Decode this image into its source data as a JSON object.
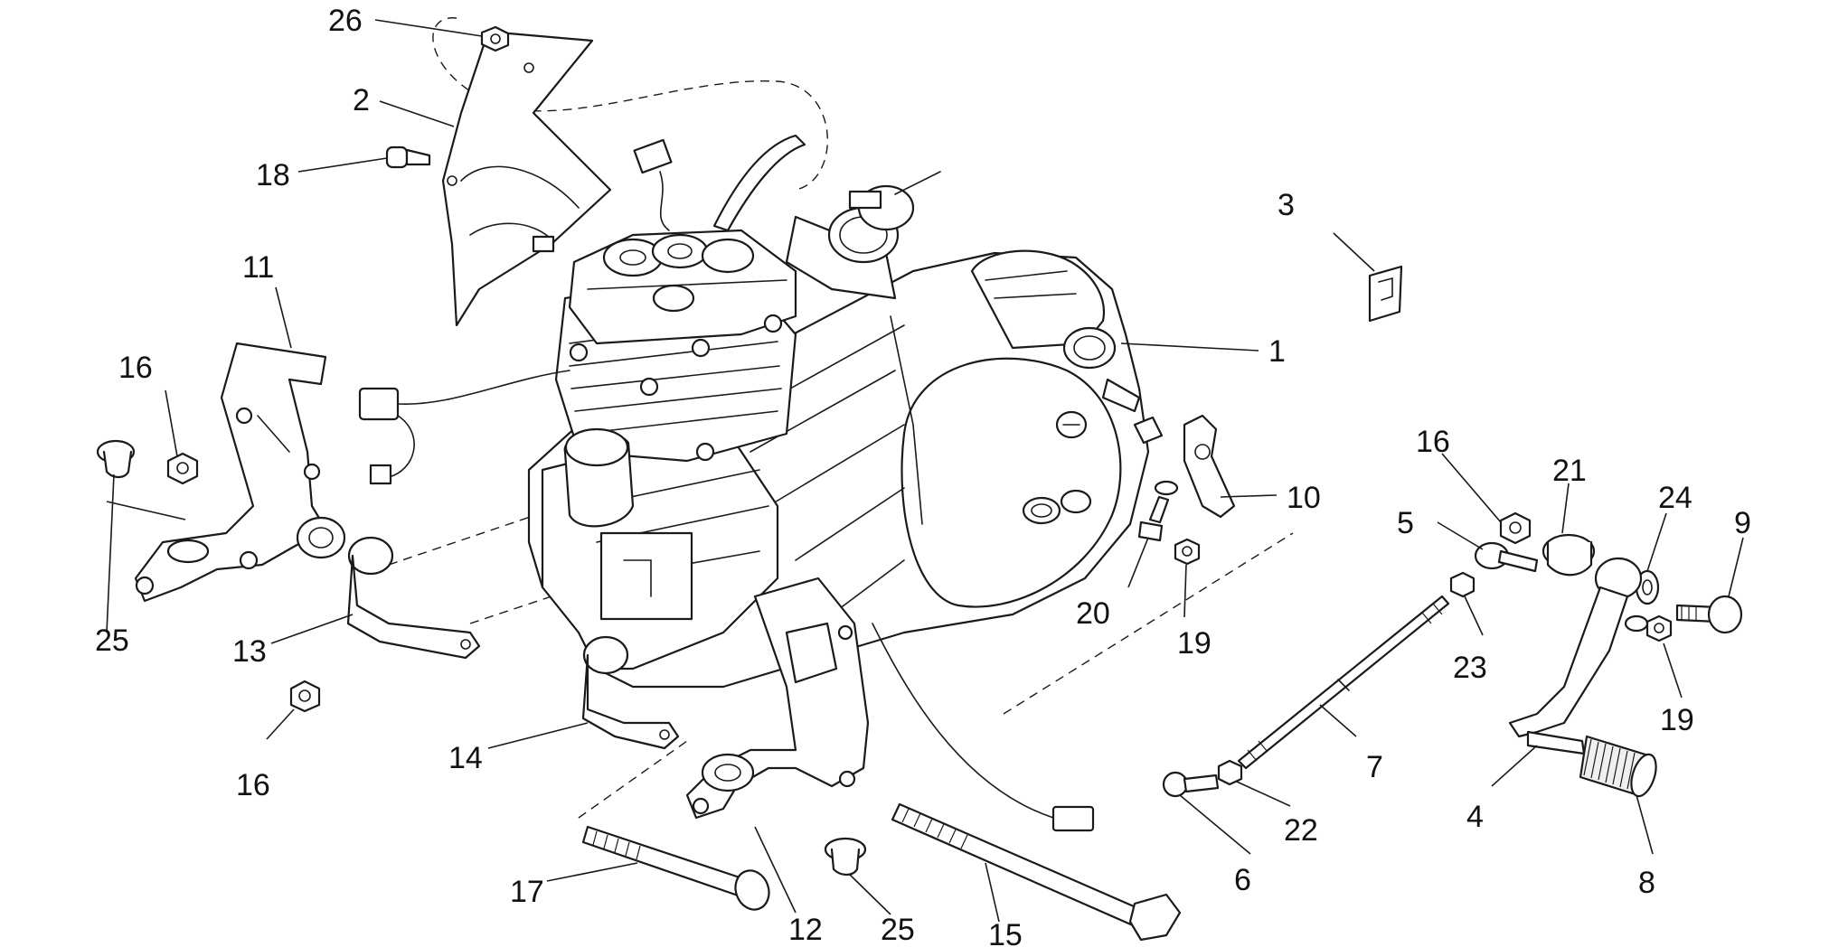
{
  "diagram": {
    "colors": {
      "line": "#1a1a1a",
      "background": "#ffffff",
      "shade": "#efefef"
    },
    "callouts": [
      "26",
      "2",
      "18",
      "11",
      "16",
      "25",
      "13",
      "16",
      "14",
      "17",
      "12",
      "25",
      "15",
      "3",
      "1",
      "10",
      "20",
      "19",
      "16",
      "21",
      "24",
      "9",
      "5",
      "23",
      "19",
      "7",
      "22",
      "6",
      "4",
      "8"
    ]
  }
}
